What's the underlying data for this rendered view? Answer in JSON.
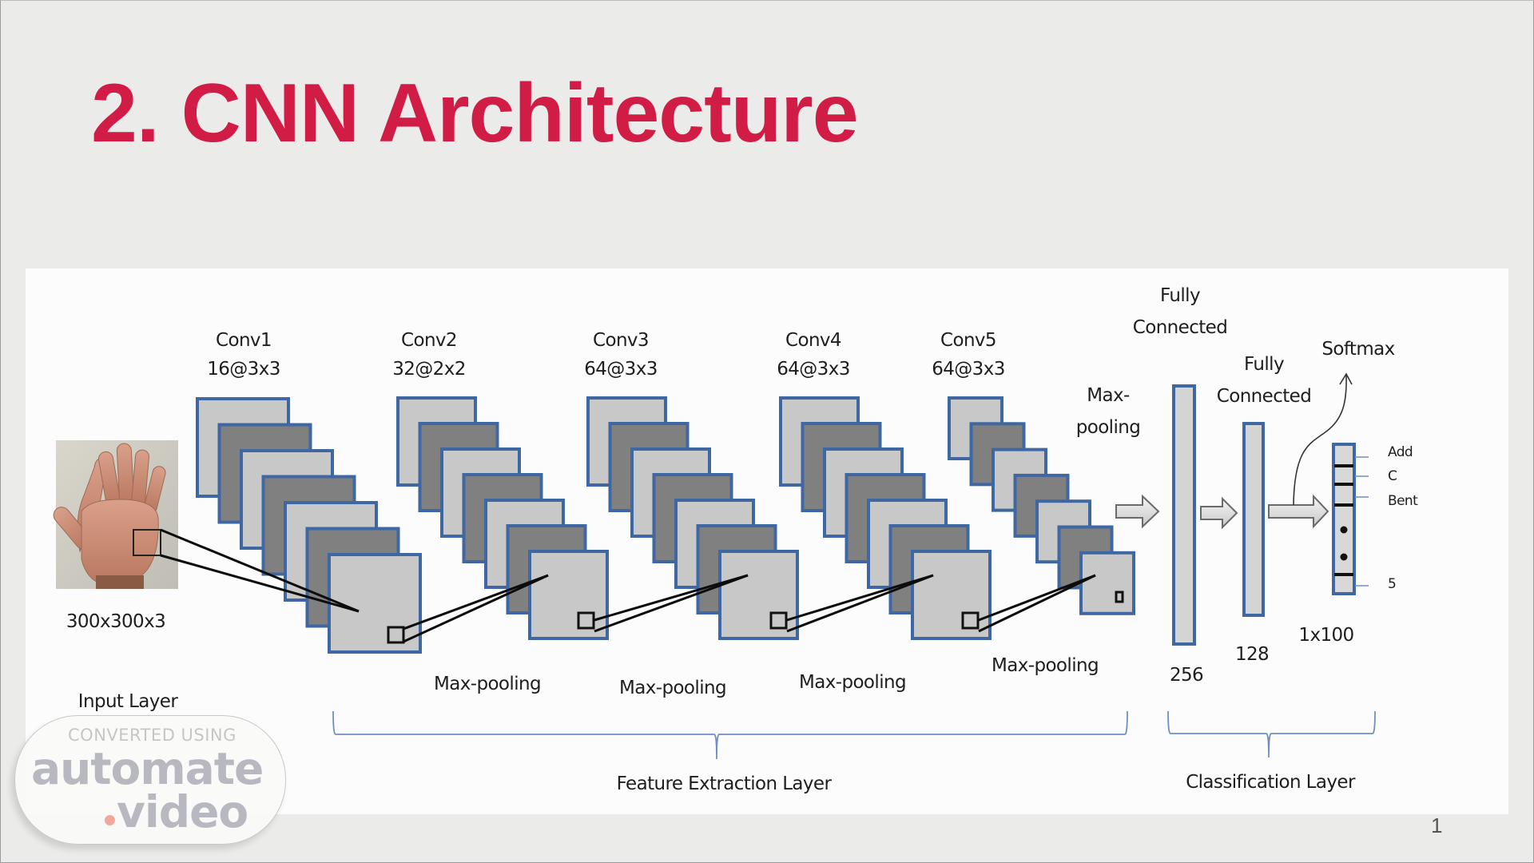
{
  "slide": {
    "title": "2. CNN Architecture",
    "page_number": "1",
    "title_color": "#d11c46"
  },
  "diagram": {
    "input": {
      "image": "hand-palm-photo",
      "size_label": "300x300x3",
      "layer_label": "Input Layer"
    },
    "conv_layers": [
      {
        "name": "Conv1",
        "filters": "16@3x3",
        "feature_maps_shown": 7
      },
      {
        "name": "Conv2",
        "filters": "32@2x2",
        "feature_maps_shown": 7
      },
      {
        "name": "Conv3",
        "filters": "64@3x3",
        "feature_maps_shown": 7
      },
      {
        "name": "Conv4",
        "filters": "64@3x3",
        "feature_maps_shown": 7
      },
      {
        "name": "Conv5",
        "filters": "64@3x3",
        "feature_maps_shown": 7
      }
    ],
    "pooling_labels": [
      "Max-pooling",
      "Max-pooling",
      "Max-pooling",
      "Max-pooling"
    ],
    "final_pooling_label": "Max-\npooling",
    "fully_connected": [
      {
        "label": "Fully\nConnected",
        "units": "256"
      },
      {
        "label": "Fully\nConnected",
        "units": "128"
      }
    ],
    "output": {
      "softmax_label": "Softmax",
      "size_label": "1x100",
      "classes": [
        "Add",
        "C",
        "Bent",
        "5"
      ]
    },
    "groups": {
      "feature_extraction": "Feature Extraction Layer",
      "classification": "Classification Layer"
    },
    "colors": {
      "map_light": "#c8c8c8",
      "map_dark": "#808080",
      "map_border": "#3f68a3",
      "bracket": "#6f8fc4"
    }
  },
  "watermark": {
    "top": "CONVERTED USING",
    "line1": "automate",
    "line2": "video"
  }
}
